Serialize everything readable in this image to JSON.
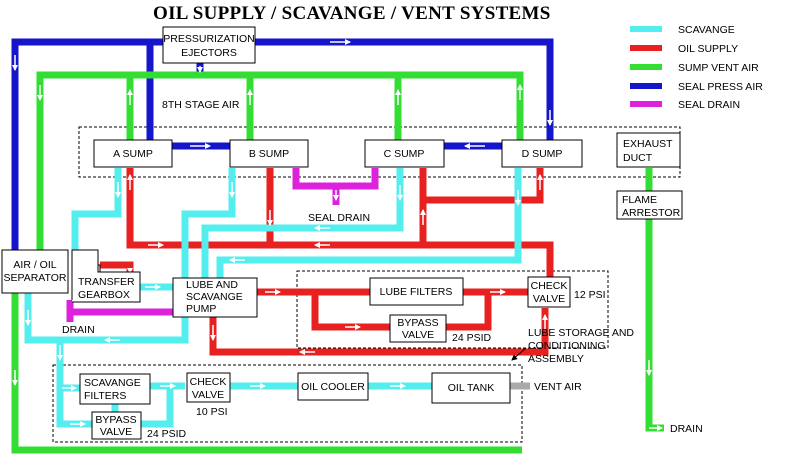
{
  "title": "OIL SUPPLY / SCAVANGE / VENT SYSTEMS",
  "legend": [
    {
      "label": "SCAVANGE",
      "color": "#55eeee"
    },
    {
      "label": "OIL SUPPLY",
      "color": "#e82020"
    },
    {
      "label": "SUMP VENT AIR",
      "color": "#33dd33"
    },
    {
      "label": "SEAL PRESS AIR",
      "color": "#1515cc"
    },
    {
      "label": "SEAL DRAIN",
      "color": "#dd22dd"
    }
  ],
  "components": {
    "pressurization_ejectors": [
      "PRESSURIZATION",
      "EJECTORS"
    ],
    "a_sump": "A SUMP",
    "b_sump": "B SUMP",
    "c_sump": "C SUMP",
    "d_sump": "D SUMP",
    "exhaust_duct": [
      "EXHAUST",
      "DUCT"
    ],
    "flame_arrestor": [
      "FLAME",
      "ARRESTOR"
    ],
    "air_oil_separator": [
      "AIR / OIL",
      "SEPARATOR"
    ],
    "transfer_gearbox": [
      "TRANSFER",
      "GEARBOX"
    ],
    "lube_scavange_pump": [
      "LUBE AND",
      "SCAVANGE",
      "PUMP"
    ],
    "lube_filters": "LUBE FILTERS",
    "bypass_valve_upper": [
      "BYPASS",
      "VALVE"
    ],
    "check_valve_upper": [
      "CHECK",
      "VALVE"
    ],
    "scavange_filters": [
      "SCAVANGE",
      "FILTERS"
    ],
    "bypass_valve_lower": [
      "BYPASS",
      "VALVE"
    ],
    "check_valve_lower": [
      "CHECK",
      "VALVE"
    ],
    "oil_cooler": "OIL COOLER",
    "oil_tank": "OIL TANK"
  },
  "labels": {
    "eighth_stage_air": "8TH STAGE AIR",
    "seal_drain": "SEAL DRAIN",
    "drain_left": "DRAIN",
    "drain_right": "DRAIN",
    "psi_12": "12 PSI",
    "psid_24_upper": "24 PSID",
    "psid_24_lower": "24 PSID",
    "psi_10": "10 PSI",
    "vent_air": "VENT AIR",
    "lube_storage": [
      "LUBE STORAGE AND",
      "CONDITIONING",
      "ASSEMBLY"
    ]
  }
}
